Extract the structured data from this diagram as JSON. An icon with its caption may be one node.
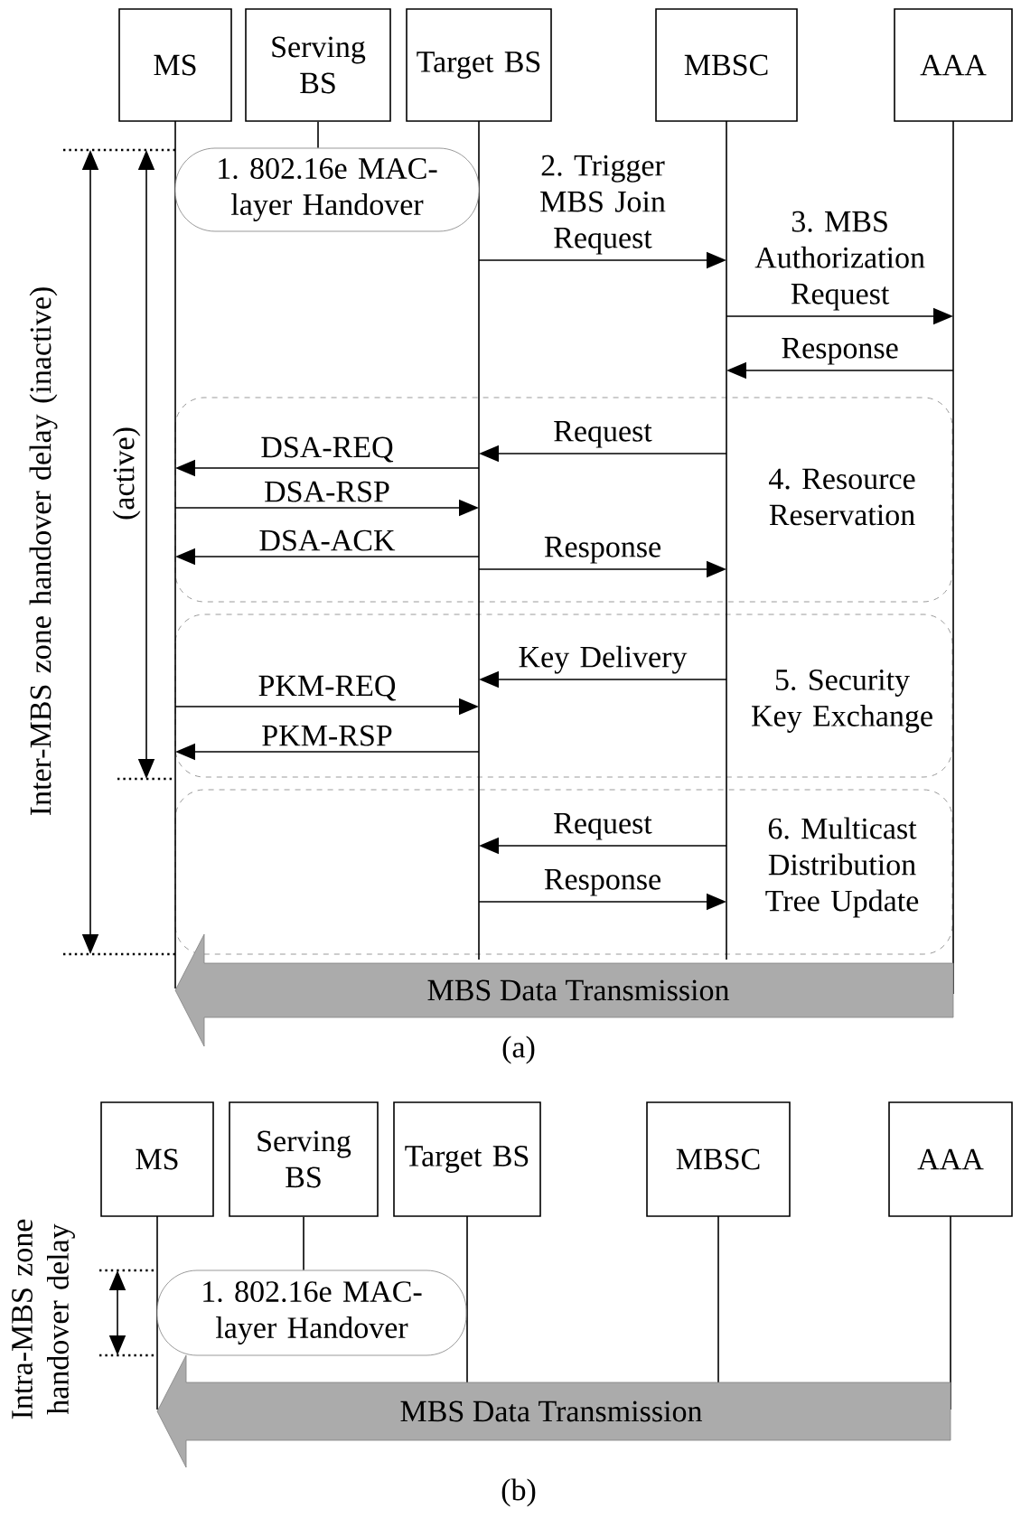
{
  "diagram": {
    "nodes": [
      {
        "text": [
          "MS"
        ]
      },
      {
        "text": [
          "Serving BS"
        ]
      },
      {
        "text": [
          "Target BS"
        ]
      },
      {
        "text": [
          "MBSC"
        ]
      },
      {
        "text": [
          "AAA"
        ]
      },
      {
        "text": [
          "1. 802.16e MAC-layer Handover"
        ]
      },
      {
        "text": [
          "4. Resource Reservation"
        ]
      },
      {
        "text": [
          "5. Security Key Exchange"
        ]
      },
      {
        "text": [
          "6. Multicast Distribution Tree Update"
        ]
      },
      {
        "text": [
          "MS"
        ]
      },
      {
        "text": [
          "Serving BS"
        ]
      },
      {
        "text": [
          "Target BS"
        ]
      },
      {
        "text": [
          "MBSC"
        ]
      },
      {
        "text": [
          "AAA"
        ]
      },
      {
        "text": [
          "1. 802.16e MAC-layer Handover"
        ]
      }
    ],
    "edges": [
      {
        "from": 1,
        "to": 5,
        "arrow": "none"
      },
      {
        "from": 2,
        "to": 3,
        "arrow": "to",
        "label": "2. Trigger MBS Join Request"
      },
      {
        "from": 3,
        "to": 4,
        "arrow": "to",
        "label": "3. MBS Authorization Request"
      },
      {
        "from": 4,
        "to": 3,
        "arrow": "to",
        "label": "Response"
      },
      {
        "from": 3,
        "to": 2,
        "arrow": "to",
        "label": "Request"
      },
      {
        "from": 2,
        "to": 0,
        "arrow": "to",
        "label": "DSA-REQ"
      },
      {
        "from": 0,
        "to": 2,
        "arrow": "to",
        "label": "DSA-RSP"
      },
      {
        "from": 2,
        "to": 0,
        "arrow": "to",
        "label": "DSA-ACK"
      },
      {
        "from": 2,
        "to": 3,
        "arrow": "to",
        "label": "Response"
      },
      {
        "from": 3,
        "to": 2,
        "arrow": "to",
        "label": "Key Delivery"
      },
      {
        "from": 0,
        "to": 2,
        "arrow": "to",
        "label": "PKM-REQ"
      },
      {
        "from": 2,
        "to": 0,
        "arrow": "to",
        "label": "PKM-RSP"
      },
      {
        "from": 3,
        "to": 2,
        "arrow": "to",
        "label": "Request"
      },
      {
        "from": 2,
        "to": 3,
        "arrow": "to",
        "label": "Response"
      },
      {
        "from": 4,
        "to": 0,
        "arrow": "to",
        "label": "MBS Data Transmission",
        "style": "thick"
      },
      {
        "from": 10,
        "to": 14,
        "arrow": "none"
      },
      {
        "from": 13,
        "to": 9,
        "arrow": "to",
        "label": "MBS Data Transmission",
        "style": "thick"
      }
    ],
    "labels": [
      "Inter-MBS zone handover delay (inactive)",
      "(active)",
      "(a)",
      "Intra-MBS zone handover delay",
      "(b)"
    ]
  }
}
